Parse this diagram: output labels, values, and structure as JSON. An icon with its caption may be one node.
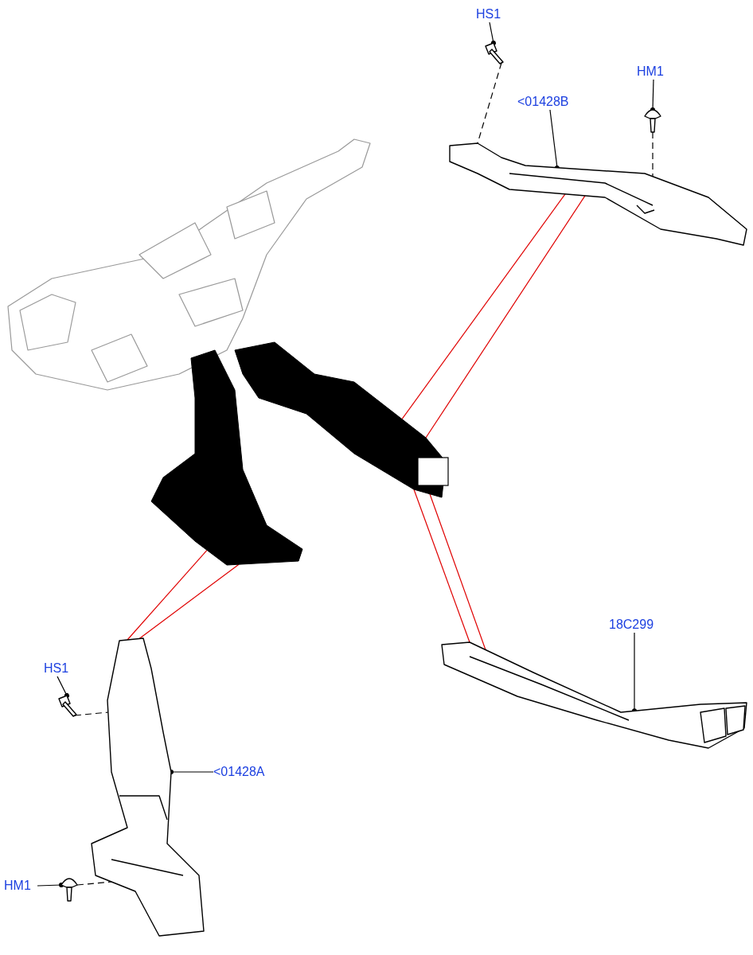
{
  "diagram": {
    "nodes": [
      {
        "text": [],
        "shape": "picture"
      },
      {
        "text": [
          "HS1"
        ]
      },
      {
        "text": [],
        "shape": "picture"
      },
      {
        "text": [
          "HM1"
        ]
      },
      {
        "text": [],
        "shape": "picture"
      },
      {
        "text": [
          "<01428B"
        ]
      },
      {
        "text": [],
        "shape": "picture"
      },
      {
        "text": [
          "18C299"
        ]
      },
      {
        "text": [],
        "shape": "picture"
      },
      {
        "text": [
          "HS1"
        ]
      },
      {
        "text": [],
        "shape": "picture"
      },
      {
        "text": [
          "<01428A"
        ]
      },
      {
        "text": [],
        "shape": "picture"
      },
      {
        "text": [
          "HM1"
        ]
      },
      {
        "text": [],
        "shape": "picture"
      }
    ],
    "edges": [
      {
        "from": 1,
        "to": 2,
        "arrow": "other"
      },
      {
        "from": 3,
        "to": 4,
        "arrow": "other"
      },
      {
        "from": 5,
        "to": 6,
        "arrow": "other"
      },
      {
        "from": 7,
        "to": 8,
        "arrow": "other"
      },
      {
        "from": 9,
        "to": 10,
        "arrow": "other"
      },
      {
        "from": 11,
        "to": 12,
        "arrow": "other"
      },
      {
        "from": 13,
        "to": 14,
        "arrow": "other"
      },
      {
        "from": 2,
        "to": 6,
        "arrow": "none",
        "style": "dashed"
      },
      {
        "from": 4,
        "to": 6,
        "arrow": "none",
        "style": "dashed"
      },
      {
        "from": 10,
        "to": 12,
        "arrow": "none",
        "style": "dashed"
      },
      {
        "from": 14,
        "to": 12,
        "arrow": "none",
        "style": "dashed"
      },
      {
        "from": 6,
        "to": 0,
        "arrow": "none",
        "color": "#e00000"
      },
      {
        "from": 6,
        "to": 0,
        "arrow": "none",
        "color": "#e00000"
      },
      {
        "from": 8,
        "to": 0,
        "arrow": "none",
        "color": "#e00000"
      },
      {
        "from": 8,
        "to": 0,
        "arrow": "none",
        "color": "#e00000"
      },
      {
        "from": 12,
        "to": 0,
        "arrow": "none",
        "color": "#e00000"
      },
      {
        "from": 12,
        "to": 0,
        "arrow": "none",
        "color": "#e00000"
      }
    ]
  }
}
